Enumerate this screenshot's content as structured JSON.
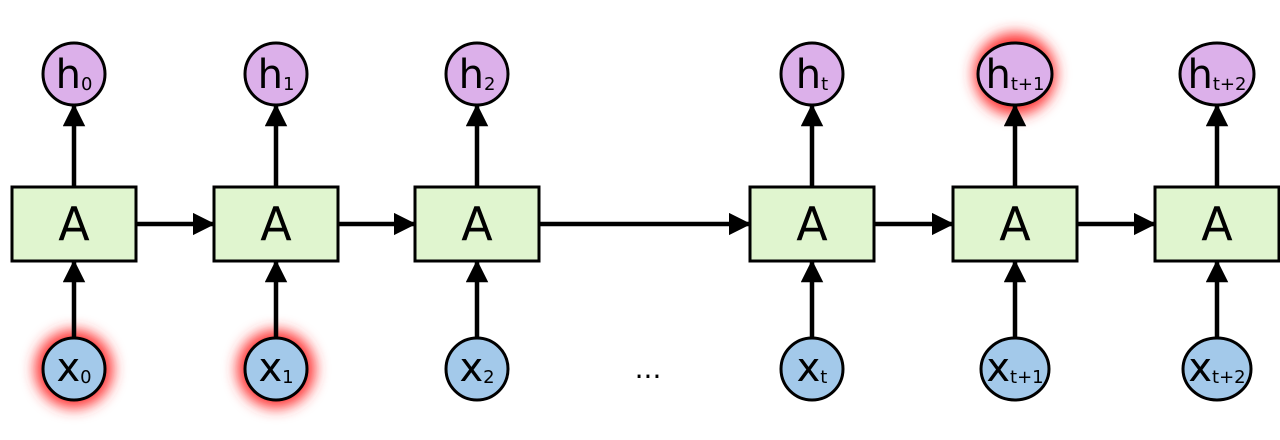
{
  "cell_label": "A",
  "colors": {
    "cell_fill": "#e0f5cf",
    "output_fill": "#dcb0ea",
    "input_fill": "#a3c9ea",
    "highlight_glow": "#ff3030"
  },
  "ellipsis": "...",
  "steps": [
    {
      "output": {
        "base": "h",
        "sub": "0"
      },
      "input": {
        "base": "x",
        "sub": "0"
      },
      "input_highlighted": true,
      "output_highlighted": false
    },
    {
      "output": {
        "base": "h",
        "sub": "1"
      },
      "input": {
        "base": "x",
        "sub": "1"
      },
      "input_highlighted": true,
      "output_highlighted": false
    },
    {
      "output": {
        "base": "h",
        "sub": "2"
      },
      "input": {
        "base": "x",
        "sub": "2"
      },
      "input_highlighted": false,
      "output_highlighted": false
    },
    {
      "output": {
        "base": "h",
        "sub": "t"
      },
      "input": {
        "base": "x",
        "sub": "t"
      },
      "input_highlighted": false,
      "output_highlighted": false
    },
    {
      "output": {
        "base": "h",
        "sub": "t+1"
      },
      "input": {
        "base": "x",
        "sub": "t+1"
      },
      "input_highlighted": false,
      "output_highlighted": true
    },
    {
      "output": {
        "base": "h",
        "sub": "t+2"
      },
      "input": {
        "base": "x",
        "sub": "t+2"
      },
      "input_highlighted": false,
      "output_highlighted": false
    }
  ]
}
